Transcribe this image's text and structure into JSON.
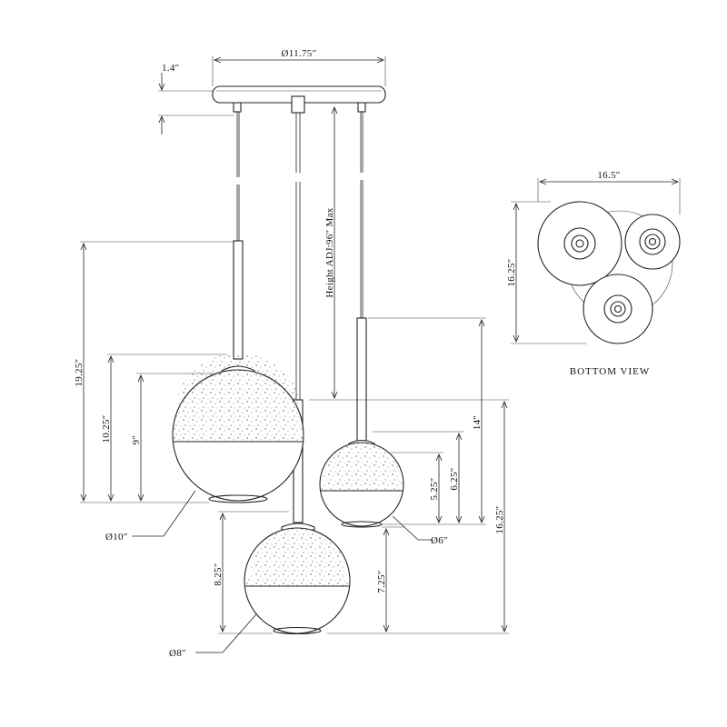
{
  "canopy": {
    "diameter": "Ø11.75″",
    "height": "1.4″"
  },
  "height_adj": "Height ADJ:96″ Max",
  "pendants": {
    "large": {
      "diameter": "Ø10″",
      "overall": "19.25″",
      "glass_height": "10.25″",
      "band": "9″"
    },
    "medium": {
      "diameter": "Ø8″",
      "glass_height": "8.25″",
      "band": "7.25″"
    },
    "small": {
      "diameter": "Ø6″",
      "rod": "14″",
      "glass_height": "6.25″",
      "band": "5.25″"
    }
  },
  "overall_bottom": "16.25″",
  "bottom_view": {
    "label": "BOTTOM VIEW",
    "width": "16.5″",
    "depth": "16.25″"
  }
}
